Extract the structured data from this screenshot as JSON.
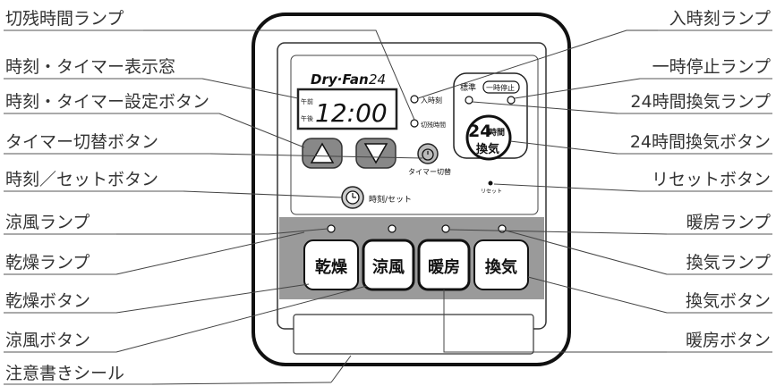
{
  "labels_left": [
    "切残時間ランプ",
    "時刻・タイマー表示窓",
    "時刻・タイマー設定ボタン",
    "タイマー切替ボタン",
    "時刻／セットボタン",
    "涼風ランプ",
    "乾燥ランプ",
    "乾燥ボタン",
    "涼風ボタン",
    "注意書きシール"
  ],
  "labels_right": [
    "入時刻ランプ",
    "一時停止ランプ",
    "24時間換気ランプ",
    "24時間換気ボタン",
    "リセットボタン",
    "暖房ランプ",
    "換気ランプ",
    "換気ボタン",
    "暖房ボタン"
  ],
  "panel": {
    "brand": "Dry·Fan",
    "model": "24",
    "display_time": "12:00",
    "display_am": "午前",
    "display_pm": "午後",
    "lamp_on_time": "入時刻",
    "lamp_remaining": "切残時間",
    "timer_switch": "タイマー切替",
    "clock_set": "時刻/セット",
    "reset": "リセット",
    "standard": "標準",
    "pause": "一時停止",
    "vent24_line1": "24",
    "vent24_line1b": "時間",
    "vent24_line2": "換気",
    "mode_buttons": [
      "乾燥",
      "涼風",
      "暖房",
      "換気"
    ]
  }
}
